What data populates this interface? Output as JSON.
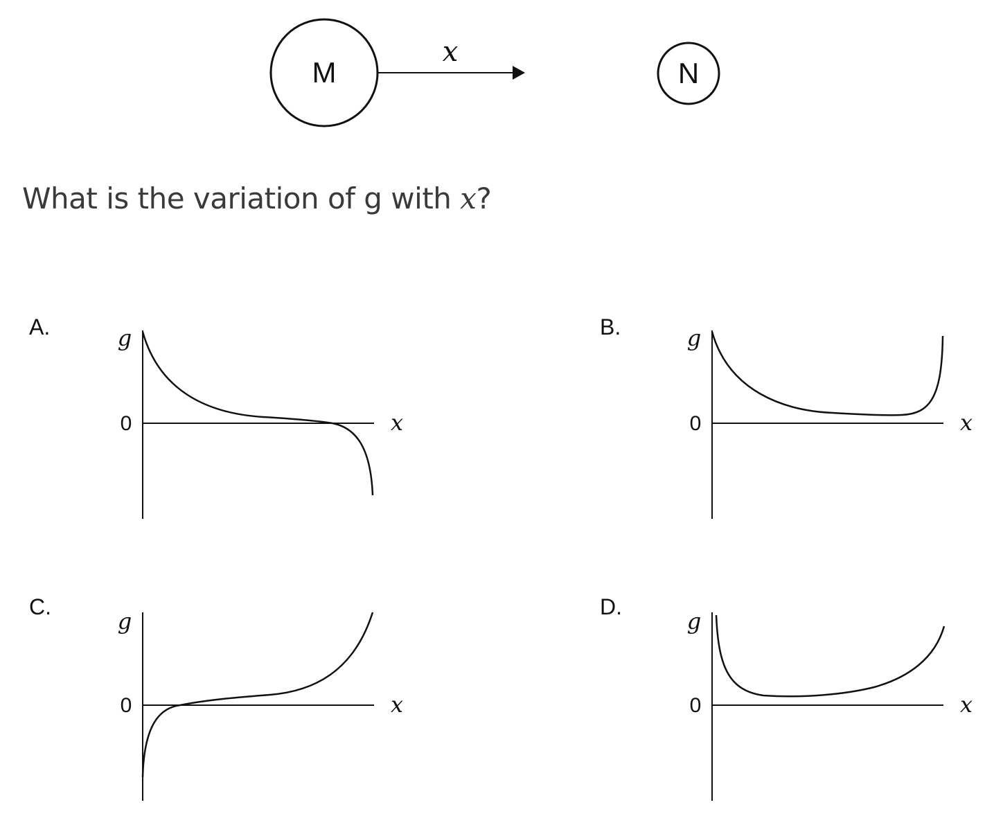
{
  "diagram": {
    "mass_m_label": "M",
    "mass_n_label": "N",
    "distance_label": "x"
  },
  "question": {
    "text_before": "What is the variation of g with ",
    "variable": "x",
    "text_after": "?"
  },
  "options": [
    {
      "letter": "A.",
      "y_label": "g",
      "origin_label": "0",
      "x_label": "x",
      "curve": "decreasing from large positive near M, crossing zero, to large negative near N"
    },
    {
      "letter": "B.",
      "y_label": "g",
      "origin_label": "0",
      "x_label": "x",
      "curve": "large positive near M, dips to small positive minimum, rises to large positive near N"
    },
    {
      "letter": "C.",
      "y_label": "g",
      "origin_label": "0",
      "x_label": "x",
      "curve": "increasing from large negative near M, crossing zero, to large positive near N"
    },
    {
      "letter": "D.",
      "y_label": "g",
      "origin_label": "0",
      "x_label": "x",
      "curve": "large positive near M, drops to small positive minimum, rises near N"
    }
  ]
}
